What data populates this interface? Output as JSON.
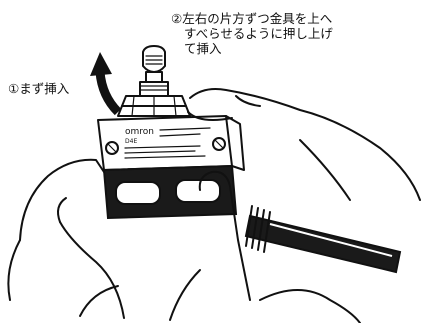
{
  "instructions": {
    "step1": "①まず挿入",
    "step2_line1": "②左右の片方ずつ金具を上へ",
    "step2_line2": "すべらせるように押し上げ",
    "step2_line3": "て挿入"
  },
  "device": {
    "brand": "omron",
    "model": "D4E"
  },
  "arrow": {
    "icon": "up-arrow-icon",
    "color": "#111111"
  }
}
